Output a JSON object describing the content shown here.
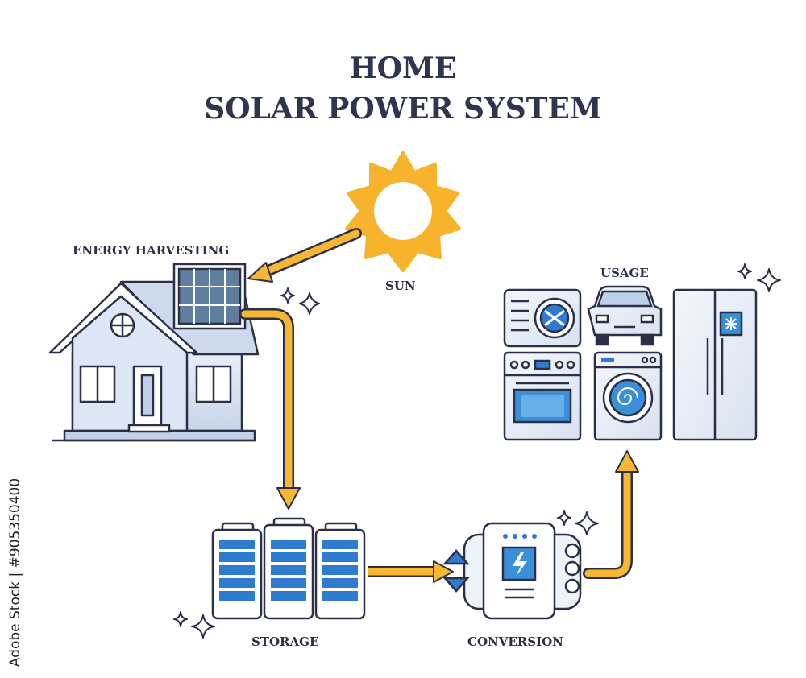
{
  "title": {
    "line1": "HOME",
    "line2": "SOLAR POWER SYSTEM"
  },
  "nodes": {
    "sun": "SUN",
    "energy_harvesting": "ENERGY HARVESTING",
    "usage": "USAGE",
    "storage": "STORAGE",
    "conversion": "CONVERSION"
  },
  "watermark": "Adobe Stock | #905350400",
  "colors": {
    "outline": "#2b3046",
    "sun": "#f7b32b",
    "arrow": "#f7b733",
    "battery_blue": "#2f7bd0",
    "house_fill": "#d6e2f2",
    "appliance_fill": "#e6edf6",
    "screen_blue": "#3b8fd9"
  }
}
